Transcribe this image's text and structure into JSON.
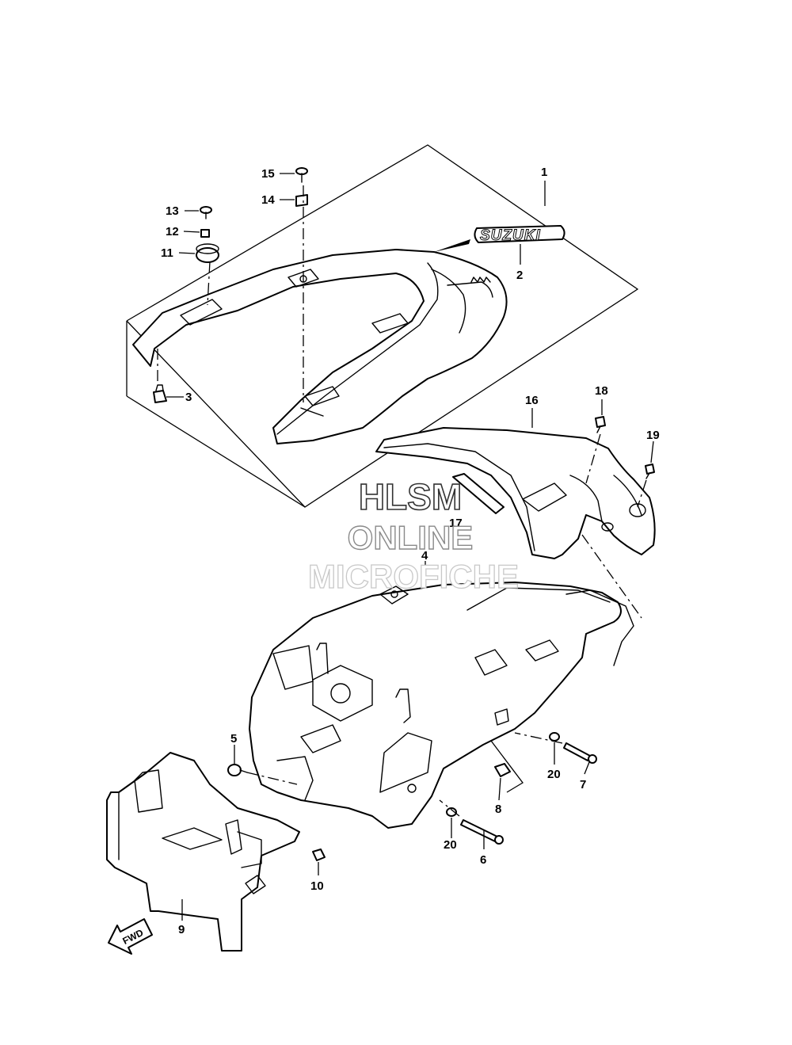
{
  "watermark": {
    "line1": "HLSM",
    "line2": "ONLINE",
    "line3": "MICROFICHE"
  },
  "emblem_text": "SUZUKI",
  "direction_arrow": "FWD",
  "callouts": [
    {
      "id": "c1",
      "text": "1"
    },
    {
      "id": "c2",
      "text": "2"
    },
    {
      "id": "c3",
      "text": "3"
    },
    {
      "id": "c4",
      "text": "4"
    },
    {
      "id": "c5",
      "text": "5"
    },
    {
      "id": "c6",
      "text": "6"
    },
    {
      "id": "c7",
      "text": "7"
    },
    {
      "id": "c8",
      "text": "8"
    },
    {
      "id": "c9",
      "text": "9"
    },
    {
      "id": "c10",
      "text": "10"
    },
    {
      "id": "c11",
      "text": "11"
    },
    {
      "id": "c12",
      "text": "12"
    },
    {
      "id": "c13",
      "text": "13"
    },
    {
      "id": "c14",
      "text": "14"
    },
    {
      "id": "c15",
      "text": "15"
    },
    {
      "id": "c16",
      "text": "16"
    },
    {
      "id": "c17",
      "text": "17"
    },
    {
      "id": "c18",
      "text": "18"
    },
    {
      "id": "c19",
      "text": "19"
    },
    {
      "id": "c20a",
      "text": "20"
    },
    {
      "id": "c20b",
      "text": "20"
    }
  ]
}
